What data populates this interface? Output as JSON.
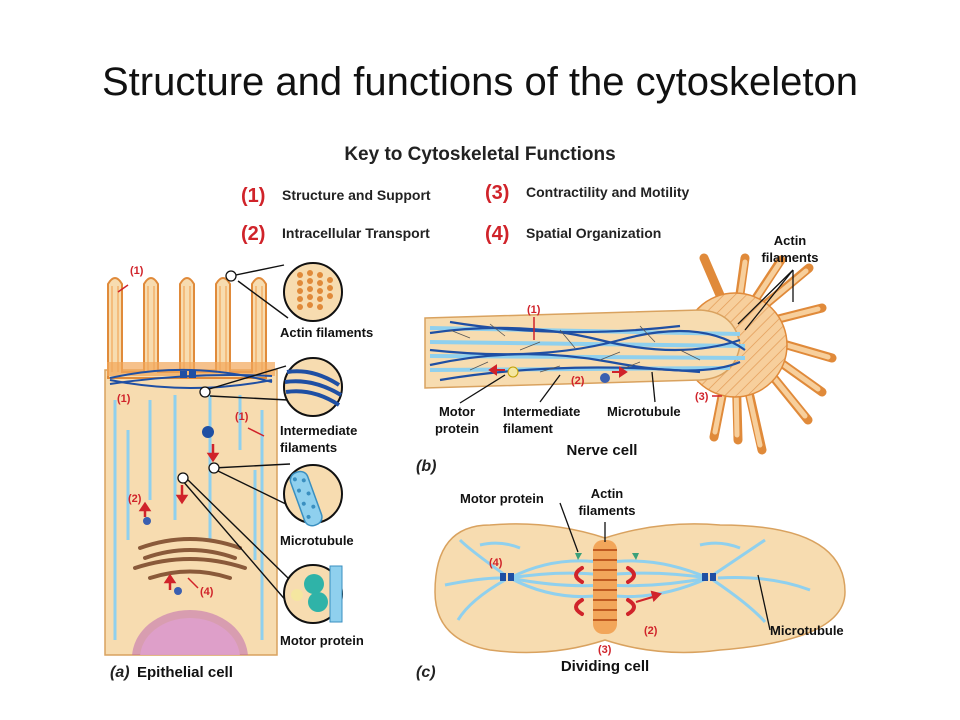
{
  "title": "Structure and functions of the cytoskeleton",
  "key": {
    "heading": "Key to Cytoskeletal Functions",
    "items": [
      {
        "num": "(1)",
        "label": "Structure and Support"
      },
      {
        "num": "(2)",
        "label": "Intracellular Transport"
      },
      {
        "num": "(3)",
        "label": "Contractility and Motility"
      },
      {
        "num": "(4)",
        "label": "Spatial Organization"
      }
    ]
  },
  "panel_a": {
    "letter": "(a)",
    "name": "Epithelial cell",
    "insets": {
      "actin": [
        "Actin filaments"
      ],
      "intermediate": [
        "Intermediate",
        "filaments"
      ],
      "microtubule": [
        "Microtubule"
      ],
      "motor": [
        "Motor protein"
      ]
    },
    "markers": {
      "m1_top": "(1)",
      "m1_left": "(1)",
      "m1_mid": "(1)",
      "m2": "(2)",
      "m4": "(4)"
    }
  },
  "panel_b": {
    "letter": "(b)",
    "name": "Nerve cell",
    "labels": {
      "actin": [
        "Actin",
        "filaments"
      ],
      "motor": [
        "Motor",
        "protein"
      ],
      "intermediate": [
        "Intermediate",
        "filament"
      ],
      "microtubule": "Microtubule"
    },
    "markers": {
      "m1": "(1)",
      "m2": "(2)",
      "m3": "(3)"
    }
  },
  "panel_c": {
    "letter": "(c)",
    "name": "Dividing cell",
    "labels": {
      "motor": "Motor protein",
      "actin": [
        "Actin",
        "filaments"
      ],
      "microtubule": "Microtubule"
    },
    "markers": {
      "m4": "(4)",
      "m2": "(2)",
      "m3": "(3)"
    }
  },
  "colors": {
    "cytoplasm": "#f7dcb0",
    "actin": "#f2a65a",
    "actin_dark": "#d8782e",
    "microtubule": "#8fd0ee",
    "intermediate": "#1f4fa3",
    "function_red": "#d0232a",
    "nucleus": "#c06ab0"
  }
}
